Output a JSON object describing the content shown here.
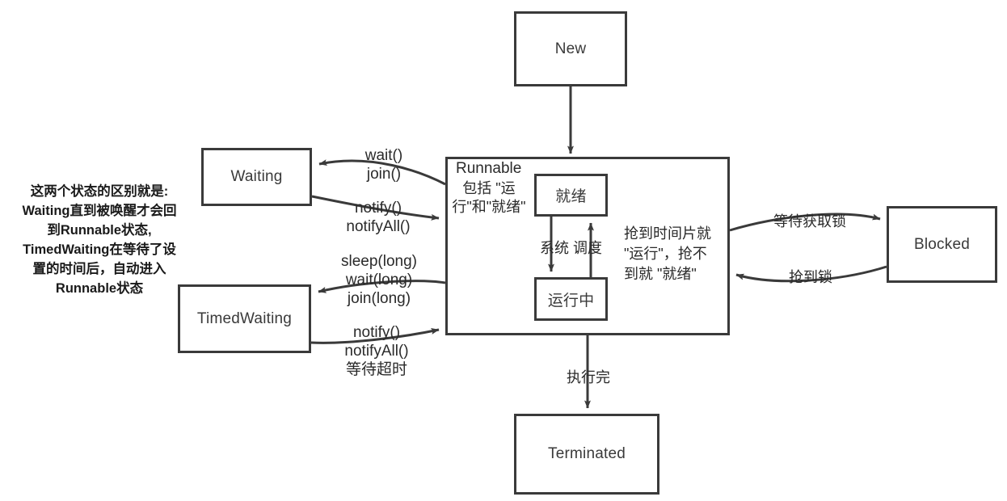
{
  "diagram": {
    "title": "Java Thread State Transition Diagram",
    "colors": {
      "stroke": "#3a3a3a",
      "text": "#2a2a2a",
      "note": "#1a1a1a",
      "background": "#ffffff"
    },
    "nodes": {
      "new": {
        "label": "New"
      },
      "waiting": {
        "label": "Waiting"
      },
      "timed_waiting": {
        "label": "TimedWaiting"
      },
      "blocked": {
        "label": "Blocked"
      },
      "terminated": {
        "label": "Terminated"
      },
      "runnable_title": "Runnable",
      "runnable_caption": "包括 \"运\n行\"和\"就绪\"",
      "ready": {
        "label": "就绪"
      },
      "running": {
        "label": "运行中"
      }
    },
    "edge_labels": {
      "new_to_runnable": "",
      "runnable_to_waiting": "wait()\njoin()",
      "waiting_to_runnable": "notify()\nnotifyAll()",
      "runnable_to_timed_waiting": "sleep(long)\nwait(long)\njoin(long)",
      "timed_waiting_to_runnable": "notify()\nnotifyAll()\n等待超时",
      "runnable_to_blocked": "等待获取锁",
      "blocked_to_runnable": "抢到锁",
      "runnable_to_terminated": "执行完",
      "ready_running_scheduling": "系统 调度"
    },
    "notes": {
      "left_note": "这两个状态的区别就是:\nWaiting直到被唤醒才会回\n到Runnable状态,\nTimedWaiting在等待了设\n置的时间后，自动进入\nRunnable状态",
      "inner_note": "抢到时间片就\n\"运行\"，抢不\n到就 \"就绪\""
    }
  }
}
